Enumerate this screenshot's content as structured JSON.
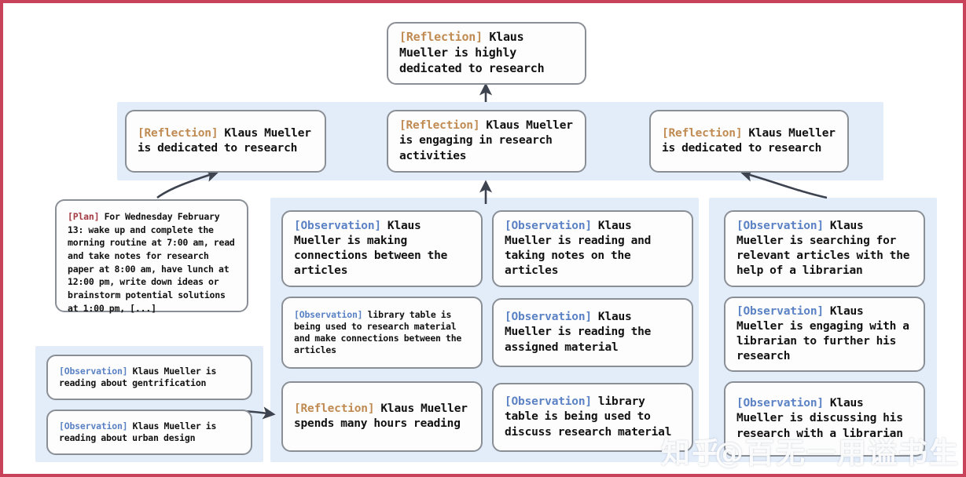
{
  "figure": {
    "border_color": "#c8425a",
    "panel_color": "#e3ecf9",
    "node_border_color": "#8a8f96",
    "tag_colors": {
      "reflection": "#c08b52",
      "observation": "#5b82c4",
      "plan": "#a33a44"
    }
  },
  "top_node": {
    "tag": "[Reflection]",
    "text": " Klaus Mueller is highly dedicated to research"
  },
  "reflection_row": [
    {
      "tag": "[Reflection]",
      "text": " Klaus Mueller is dedicated to research"
    },
    {
      "tag": "[Reflection]",
      "text": " Klaus Mueller is engaging in research activities"
    },
    {
      "tag": "[Reflection]",
      "text": " Klaus Mueller is dedicated to research"
    }
  ],
  "plan_node": {
    "tag": "[Plan]",
    "text": " For Wednesday February 13: wake up and complete the morning routine at 7:00 am, read and take notes for research paper at 8:00 am, have lunch at 12:00 pm, write down ideas or brainstorm potential solutions at 1:00 pm, [...]"
  },
  "left_panel_nodes": [
    {
      "tag": "[Observation]",
      "text": " Klaus Mueller is reading about gentrification"
    },
    {
      "tag": "[Observation]",
      "text": " Klaus Mueller is reading about urban design"
    }
  ],
  "column_one": [
    {
      "tag": "[Observation]",
      "text": " Klaus Mueller is making connections between the articles"
    },
    {
      "tag": "[Observation]",
      "text": " library table is being used to research material and make connections between the articles"
    },
    {
      "tag": "[Reflection]",
      "text": " Klaus Mueller spends many hours reading"
    }
  ],
  "column_two": [
    {
      "tag": "[Observation]",
      "text": " Klaus Mueller is reading and taking notes on the articles"
    },
    {
      "tag": "[Observation]",
      "text": " Klaus Mueller is reading the assigned material"
    },
    {
      "tag": "[Observation]",
      "text": " library table is being used to discuss research material"
    }
  ],
  "column_three": [
    {
      "tag": "[Observation]",
      "text": " Klaus Mueller is searching for relevant articles with the help of a librarian"
    },
    {
      "tag": "[Observation]",
      "text": " Klaus Mueller is engaging with a librarian to further his research"
    },
    {
      "tag": "[Observation]",
      "text": " Klaus Mueller is discussing his research with a librarian"
    }
  ],
  "watermark": {
    "left": "知乎",
    "right": "@百无一用谥书生"
  }
}
